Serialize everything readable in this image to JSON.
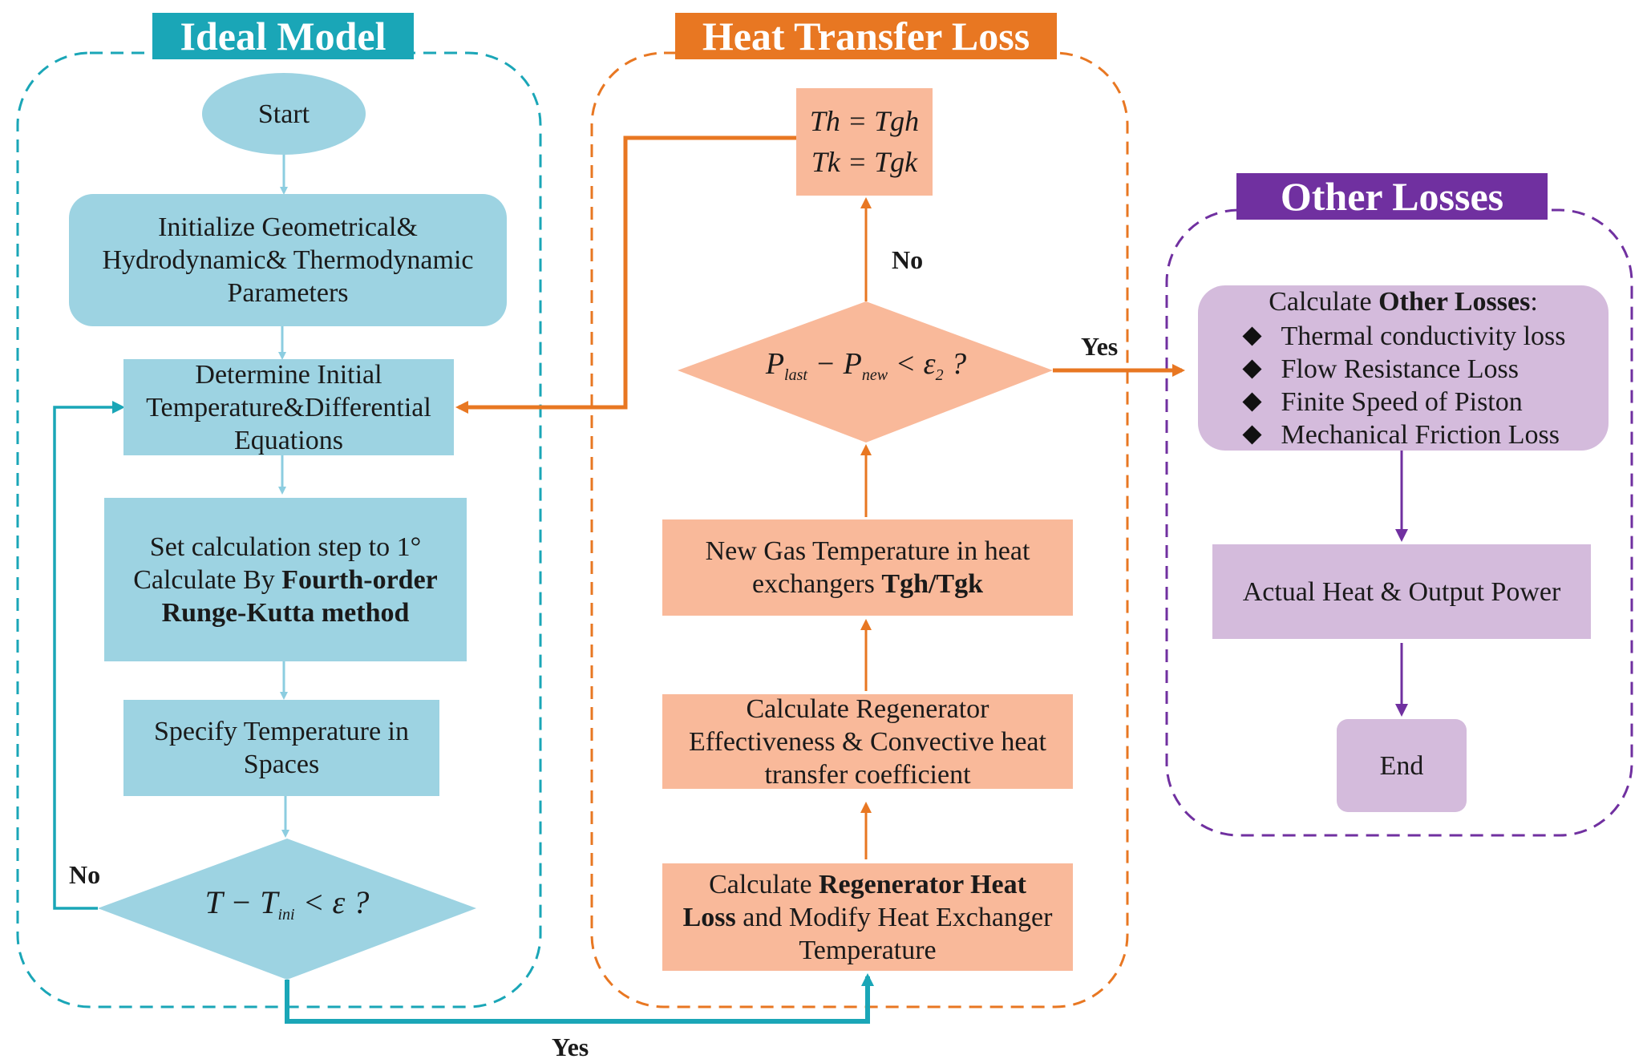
{
  "sections": {
    "ideal_model": "Ideal Model",
    "heat_transfer_loss": "Heat Transfer Loss",
    "other_losses": "Other Losses"
  },
  "ideal": {
    "start": "Start",
    "initialize": [
      "Initialize Geometrical&",
      "Hydrodynamic& Thermodynamic",
      "Parameters"
    ],
    "determine": [
      "Determine Initial",
      "Temperature&Differential",
      "Equations"
    ],
    "set_step": "Set calculation step to 1°",
    "calc_by": "Calculate By ",
    "method_bold_1": "Fourth-order",
    "method_bold_2": "Runge-Kutta method",
    "specify": [
      "Specify Temperature in",
      "Spaces"
    ],
    "decision": {
      "lhs": "T − T",
      "sub": "ini",
      "rhs": " < ε ?"
    }
  },
  "heat": {
    "assign_line1": "Th = Tgh",
    "assign_line2": "Tk = Tgk",
    "decision": {
      "p": "P",
      "sub1": "last",
      "minus": " − P",
      "sub2": "new",
      "lt": " < ε",
      "sub3": "2",
      "q": " ?"
    },
    "new_gas": {
      "line1": "New Gas Temperature in heat",
      "line2_plain": "exchangers ",
      "line2_bold": "Tgh/Tgk"
    },
    "regenerator_eff": [
      "Calculate Regenerator",
      "Effectiveness & Convective heat",
      "transfer coefficient"
    ],
    "regenerator_loss": {
      "pre": "Calculate ",
      "bold1": "Regenerator Heat",
      "bold2": "Loss",
      "post": " and Modify Heat Exchanger",
      "line3": "Temperature"
    }
  },
  "other": {
    "calc_pre": "Calculate ",
    "calc_bold": "Other Losses",
    "calc_post": ":",
    "items": [
      "Thermal conductivity loss",
      "Flow Resistance Loss",
      "Finite Speed of Piston",
      "Mechanical Friction Loss"
    ],
    "actual": "Actual Heat & Output Power",
    "end": "End"
  },
  "labels": {
    "no_left": "No",
    "yes_bottom": "Yes",
    "no_top": "No",
    "yes_right": "Yes"
  },
  "colors": {
    "ideal_accent": "#1aa6b7",
    "heat_accent": "#e87722",
    "other_accent": "#7030a0",
    "ideal_fill": "#9dd3e2",
    "heat_fill": "#f9b99a",
    "other_fill": "#d4bbdc"
  }
}
